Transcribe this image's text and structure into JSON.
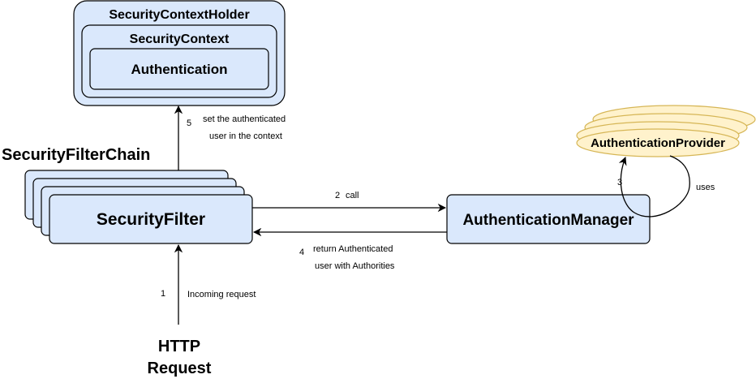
{
  "colors": {
    "box_fill": "#dae8fc",
    "box_stroke": "#000000",
    "ellipse_fill": "#fff2cc",
    "ellipse_stroke": "#d6b656",
    "line": "#000000"
  },
  "nodes": {
    "holder": "SecurityContextHolder",
    "context": "SecurityContext",
    "authentication": "Authentication",
    "chain": "SecurityFilterChain",
    "filter": "SecurityFilter",
    "manager": "AuthenticationManager",
    "provider": "AuthenticationProvider",
    "http_line1": "HTTP",
    "http_line2": "Request"
  },
  "edges": {
    "incoming": {
      "step": "1",
      "label": "Incoming request"
    },
    "call": {
      "step": "2",
      "label": "call"
    },
    "uses": {
      "step": "3",
      "label": "uses"
    },
    "return": {
      "step": "4",
      "line1": "return Authenticated",
      "line2": "user with Authorities"
    },
    "set": {
      "step": "5",
      "line1": "set the authenticated",
      "line2": "user in the context"
    }
  }
}
